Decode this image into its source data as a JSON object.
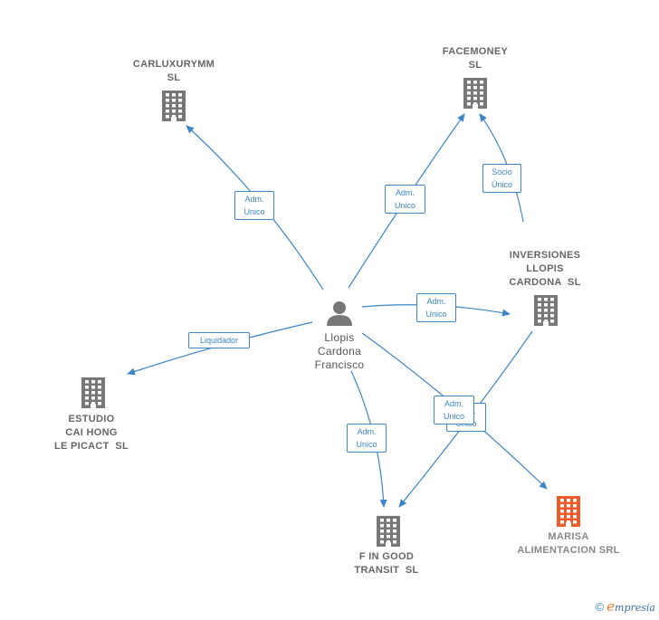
{
  "nodes": {
    "carluxurymm": {
      "label": "CARLUXURYMM\nSL"
    },
    "facemoney": {
      "label": "FACEMONEY\nSL"
    },
    "inversiones": {
      "label": "INVERSIONES\nLLOPIS\nCARDONA  SL"
    },
    "person": {
      "label": "Llopis\nCardona\nFrancisco"
    },
    "estudio": {
      "label": "ESTUDIO\nCAI HONG\nLE PICACT  SL"
    },
    "finggood": {
      "label": "F IN GOOD\nTRANSIT  SL"
    },
    "marisa": {
      "label": "MARISA\nALIMENTACION SRL"
    }
  },
  "edges": {
    "e1": {
      "label": "Adm.\nUnico"
    },
    "e2": {
      "label": "Adm.\nUnico"
    },
    "e3": {
      "label": "Socio\nÚnico"
    },
    "e4": {
      "label": "Adm.\nUnico"
    },
    "e5": {
      "label": "Liquidador"
    },
    "e6": {
      "label": "Adm.\nUnico"
    },
    "e7": {
      "label": "Adm.\nUnico"
    },
    "e8": {
      "label": "Adm.\nUnico"
    }
  },
  "colors": {
    "edge": "#3d85c6",
    "building": "#777777",
    "building_highlight": "#f05a28",
    "person": "#777777"
  },
  "footer": {
    "copyright": "©",
    "brand_initial": "e",
    "brand_rest": "mpresia"
  }
}
